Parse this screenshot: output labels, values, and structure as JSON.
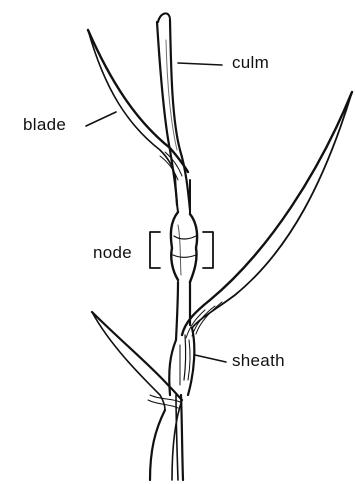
{
  "labels": {
    "culm": "culm",
    "blade": "blade",
    "node": "node",
    "sheath": "sheath"
  },
  "colors": {
    "ink": "#111111",
    "background": "#ffffff"
  }
}
